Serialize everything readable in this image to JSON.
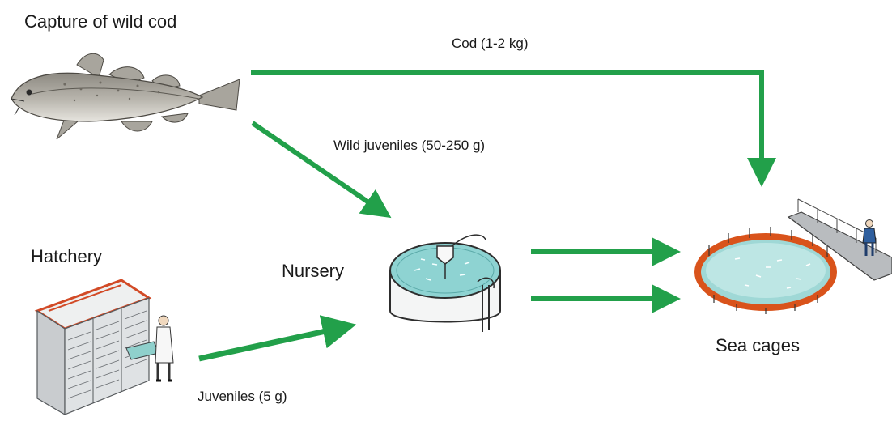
{
  "diagram": {
    "title_capture": "Capture of wild cod",
    "label_hatchery": "Hatchery",
    "label_nursery": "Nursery",
    "label_sea_cages": "Sea cages",
    "arrow_cod": "Cod (1-2 kg)",
    "arrow_wild_juveniles": "Wild juveniles (50-250 g)",
    "arrow_juveniles": "Juveniles (5 g)"
  },
  "colors": {
    "arrow": "#22a04a",
    "water": "#8ed3d2",
    "cage_ring": "#e2601c",
    "fish": "#b5b3ad"
  },
  "icons": [
    "cod-fish-icon",
    "hatchery-icon",
    "nursery-tank-icon",
    "sea-cage-icon"
  ]
}
